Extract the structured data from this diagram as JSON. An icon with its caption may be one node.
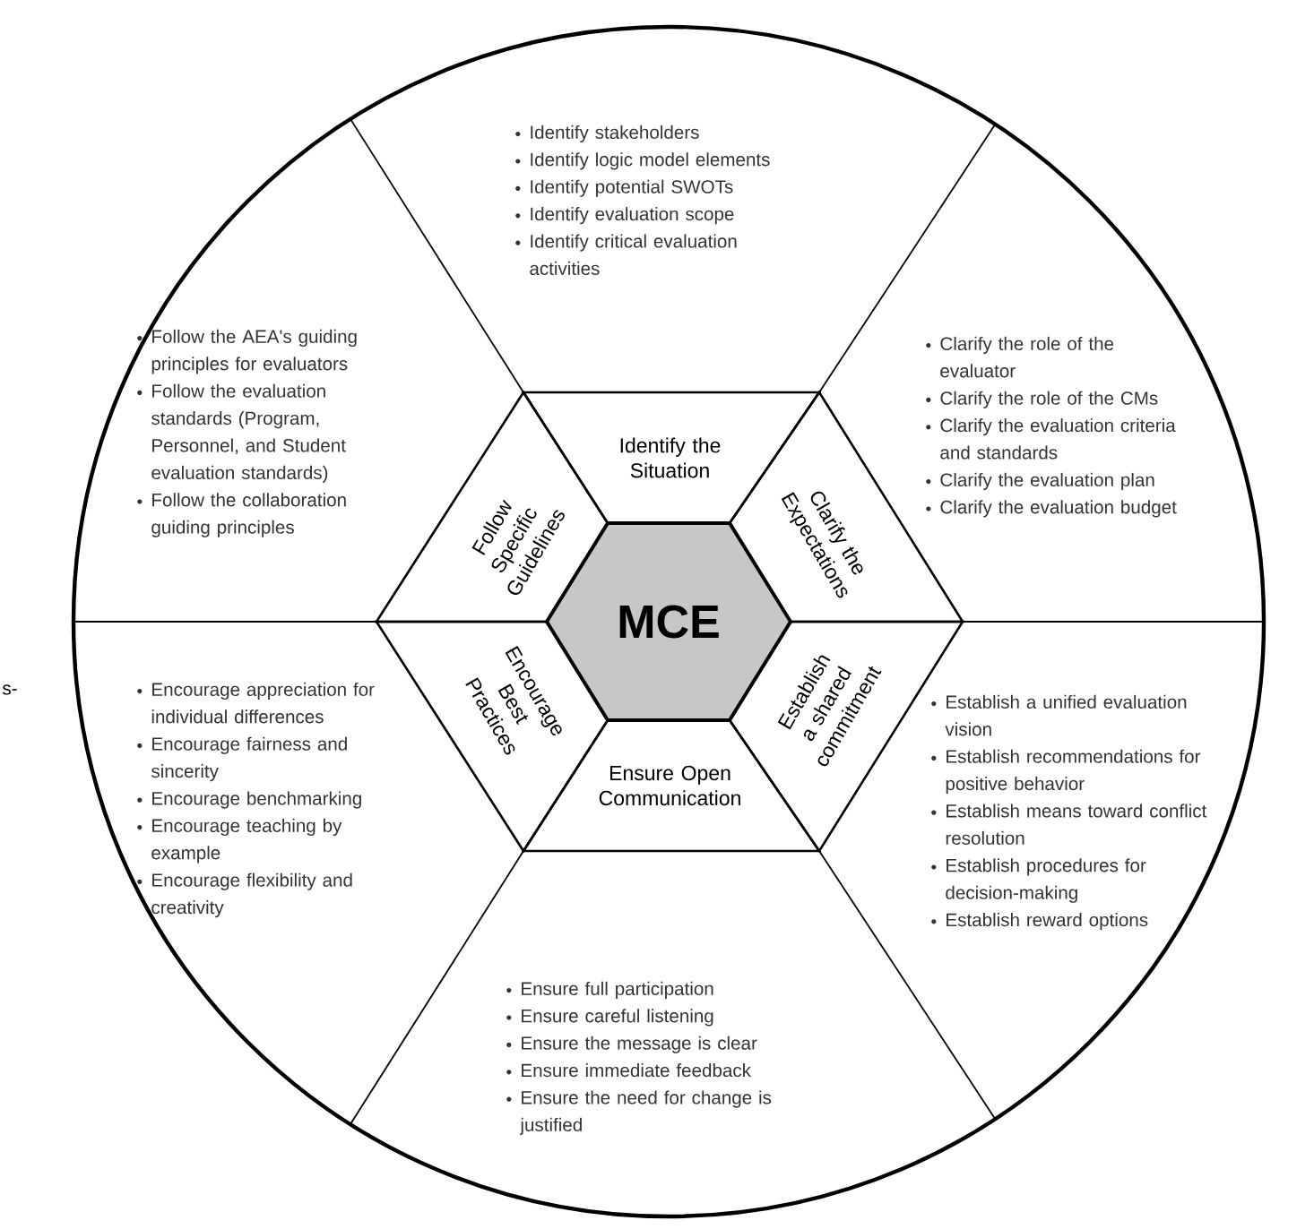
{
  "diagram": {
    "nodes": [
      {
        "text": [
          "MCE"
        ]
      },
      {
        "text": [
          "Identify the Situation"
        ]
      },
      {
        "text": [
          "Clarify the Expectations"
        ]
      },
      {
        "text": [
          "Establish a shared commitment"
        ]
      },
      {
        "text": [
          "Ensure Open Communication"
        ]
      },
      {
        "text": [
          "Encourage Best Practices"
        ]
      },
      {
        "text": [
          "Follow Specific Guidelines"
        ]
      },
      {
        "text": [
          "Identify stakeholders",
          "Identify logic model elements",
          "Identify potential SWOTs",
          "Identify evaluation scope",
          "Identify critical evaluation activities"
        ]
      },
      {
        "text": [
          "Clarify the role of the evaluator",
          "Clarify the role of the CMs",
          "Clarify the evaluation criteria and standards",
          "Clarify the evaluation plan",
          "Clarify the evaluation budget"
        ]
      },
      {
        "text": [
          "Establish a unified evaluation vision",
          "Establish recommendations for positive behavior",
          "Establish means toward conflict resolution",
          "Establish procedures for decision-making",
          "Establish reward options"
        ]
      },
      {
        "text": [
          "Ensure full participation",
          "Ensure careful listening",
          "Ensure the message is clear",
          "Ensure immediate feedback",
          "Ensure the need for change is justified"
        ]
      },
      {
        "text": [
          "Encourage appreciation for individual differences",
          "Encourage fairness and sincerity",
          "Encourage benchmarking",
          "Encourage teaching by example",
          "Encourage flexibility and creativity"
        ]
      },
      {
        "text": [
          "Follow the AEA's guiding principles for evaluators",
          "Follow the evaluation standards (Program, Personnel, and Student evaluation standards)",
          "Follow the collaboration guiding principles"
        ]
      }
    ],
    "labels": [
      "s-"
    ]
  }
}
